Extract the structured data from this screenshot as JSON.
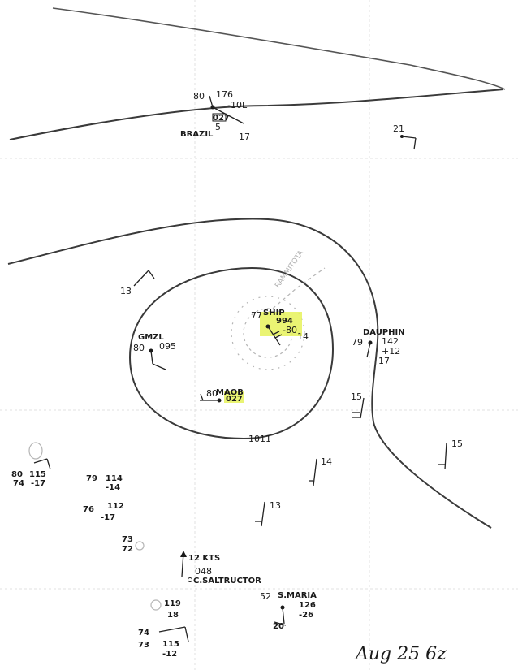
{
  "map": {
    "isobar_label": "1011",
    "storm_name": "RAMMITOTA",
    "date_label": "Aug 25 6z",
    "highlight_color": "#e6f25a",
    "ink_color": "#1a1a1a",
    "stations": {
      "brazil": {
        "name": "BRAZIL",
        "temp": "80",
        "pressure": "176",
        "tendency": "-10L",
        "extra": "5",
        "wind_note": "17",
        "pressure_box": "027"
      },
      "ship": {
        "name": "SHIP",
        "temp": "77",
        "pressure": "994",
        "tendency": "-80"
      },
      "dauphin": {
        "name": "DAUPHIN",
        "temp": "79",
        "pressure": "142",
        "tendency": "+12",
        "extra": "17"
      },
      "gmzl": {
        "name": "GMZL",
        "temp": "80",
        "pressure": "095"
      },
      "maob": {
        "name": "MAOB",
        "temp": "80",
        "pressure": "027"
      },
      "sw_station": {
        "temp": "80",
        "pressure": "115",
        "dew": "74",
        "tendency": "-17"
      },
      "c_maria": {
        "temp": "79",
        "pressure": "114",
        "tendency": "-14"
      },
      "c_76": {
        "temp": "76",
        "pressure": "112",
        "tendency": "-17"
      },
      "c_73": {
        "temp": "73",
        "dew": "72"
      },
      "salvage": {
        "name": "C.SALTRUCTOR",
        "pressure": "048",
        "wind": "12 KTS"
      },
      "s_maria": {
        "name": "S.MARIA",
        "temp": "52",
        "pressure": "126",
        "tendency": "-26",
        "wind": "20"
      },
      "cluster_119": {
        "pressure": "119",
        "tendency": "18"
      },
      "cluster_74": {
        "temp": "74",
        "dew": "73",
        "pressure": "115",
        "tendency": "-12"
      }
    },
    "wind_labels": {
      "w21": "21",
      "w13_nw": "13",
      "w15_e": "15",
      "w15_far": "15",
      "w14": "14",
      "w13_s": "13",
      "w14_ship": "14"
    }
  }
}
